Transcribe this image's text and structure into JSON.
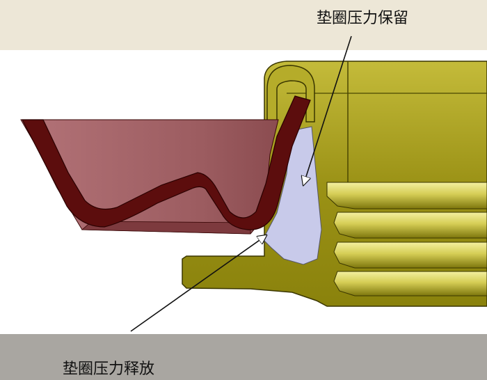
{
  "labels": {
    "retain": "垫圈压力保留",
    "release": "垫圈压力释放"
  },
  "colors": {
    "top_band": "#ede7d7",
    "bottom_band": "#a9a6a1",
    "cap_body": "#9b9216",
    "cap_highlight": "#f2ee8e",
    "cap_shadow": "#6c6608",
    "gasket_fill": "#9c5c60",
    "gasket_wall": "#5c0d0d",
    "liner": "#c8caea"
  },
  "icons": {
    "arrow_retain": "leader-arrow",
    "arrow_release": "leader-arrow"
  }
}
